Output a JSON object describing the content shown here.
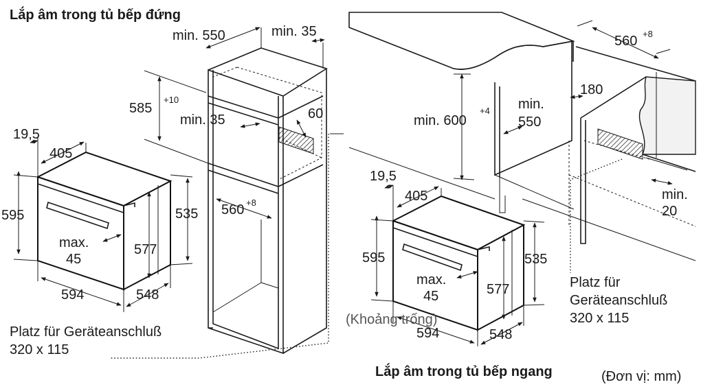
{
  "tall_cabinet": {
    "title": "Lắp âm trong tủ bếp đứng",
    "depth_min": "min. 550",
    "rear_gap_min": "min. 35",
    "height_main": "585",
    "height_tol": "+10",
    "vent_min": "min. 35",
    "vent_depth": "60",
    "width_main": "560",
    "width_tol": "+8",
    "connection_label": "Platz für Geräteanschluß",
    "connection_size": "320 x 115"
  },
  "oven_left": {
    "front_offset": "19,5",
    "body_depth": "405",
    "height": "595",
    "max_label": "max.",
    "max_value": "45",
    "inner_height": "577",
    "side_height": "535",
    "width": "594",
    "depth": "548"
  },
  "undercounter": {
    "title": "Lắp âm trong tủ bếp ngang",
    "units": "(Đơn vị: mm)",
    "height_min": "min. 600",
    "height_tol": "+4",
    "depth_min": "min.",
    "depth_value": "550",
    "gap_top": "180",
    "width_main": "560",
    "width_tol": "+8",
    "bottom_min": "min.",
    "bottom_value": "20",
    "connection_label": "Platz für",
    "connection_label_2": "Geräteanschluß",
    "connection_size": "320 x 115"
  },
  "oven_right": {
    "front_offset": "19,5",
    "body_depth": "405",
    "height": "595",
    "max_label": "max.",
    "max_value": "45",
    "inner_height": "577",
    "side_height": "535",
    "width": "594",
    "depth": "548",
    "note": "(Khoảng trống)"
  }
}
